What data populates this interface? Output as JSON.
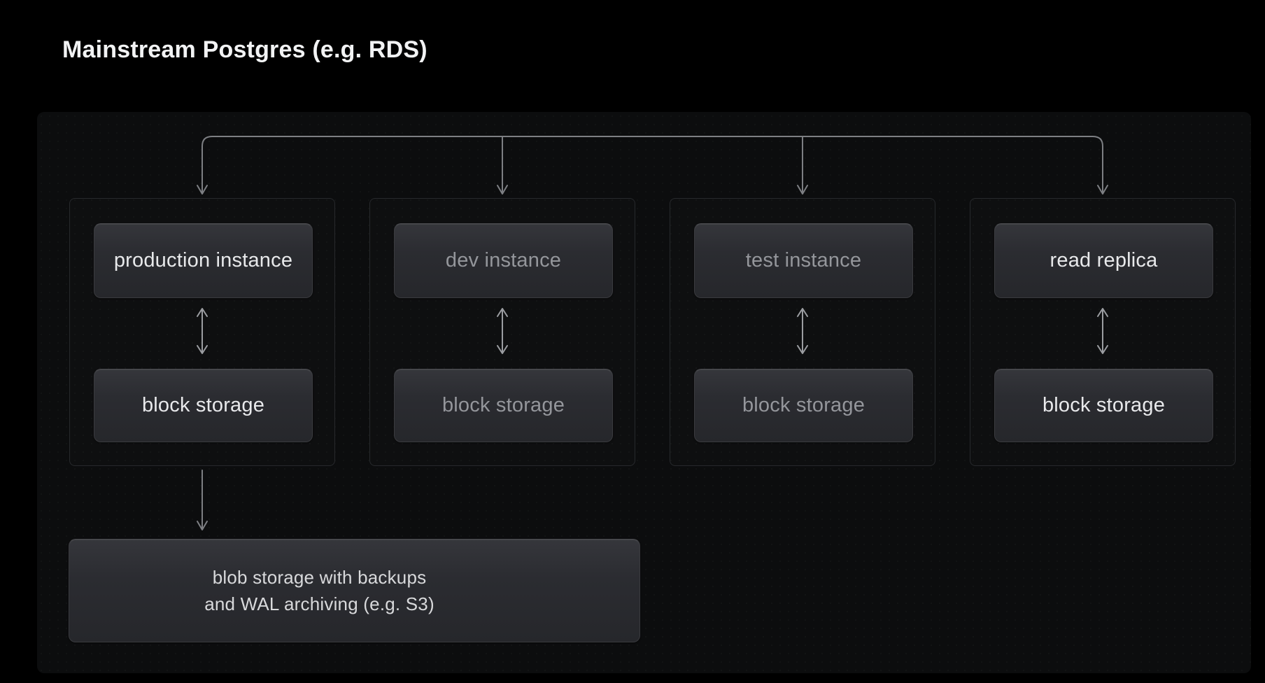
{
  "page": {
    "title": "Mainstream Postgres (e.g. RDS)"
  },
  "colors": {
    "page_background": "#000000",
    "panel_background": "#0c0d0e",
    "node_fill_top": "#35363b",
    "node_fill_bottom": "#26272b",
    "node_border": "#3a3b3f",
    "group_border": "#27292c",
    "text_bright": "#e8e9eb",
    "text_muted": "#94969b",
    "connector_line": "#7d7f83",
    "sync_arrow": "#9b9da1"
  },
  "icons": {
    "fan_out": "connector-tree-down-arrows",
    "sync": "bidirectional-vertical-arrow",
    "flow_down": "down-arrow"
  },
  "diagram": {
    "columns": [
      {
        "instance_label": "production instance",
        "storage_label": "block storage",
        "muted": false
      },
      {
        "instance_label": "dev instance",
        "storage_label": "block storage",
        "muted": true
      },
      {
        "instance_label": "test instance",
        "storage_label": "block storage",
        "muted": true
      },
      {
        "instance_label": "read replica",
        "storage_label": "block storage",
        "muted": false
      }
    ],
    "blob_storage": {
      "line1": "blob storage with backups",
      "line2": "and WAL archiving (e.g. S3)"
    }
  }
}
